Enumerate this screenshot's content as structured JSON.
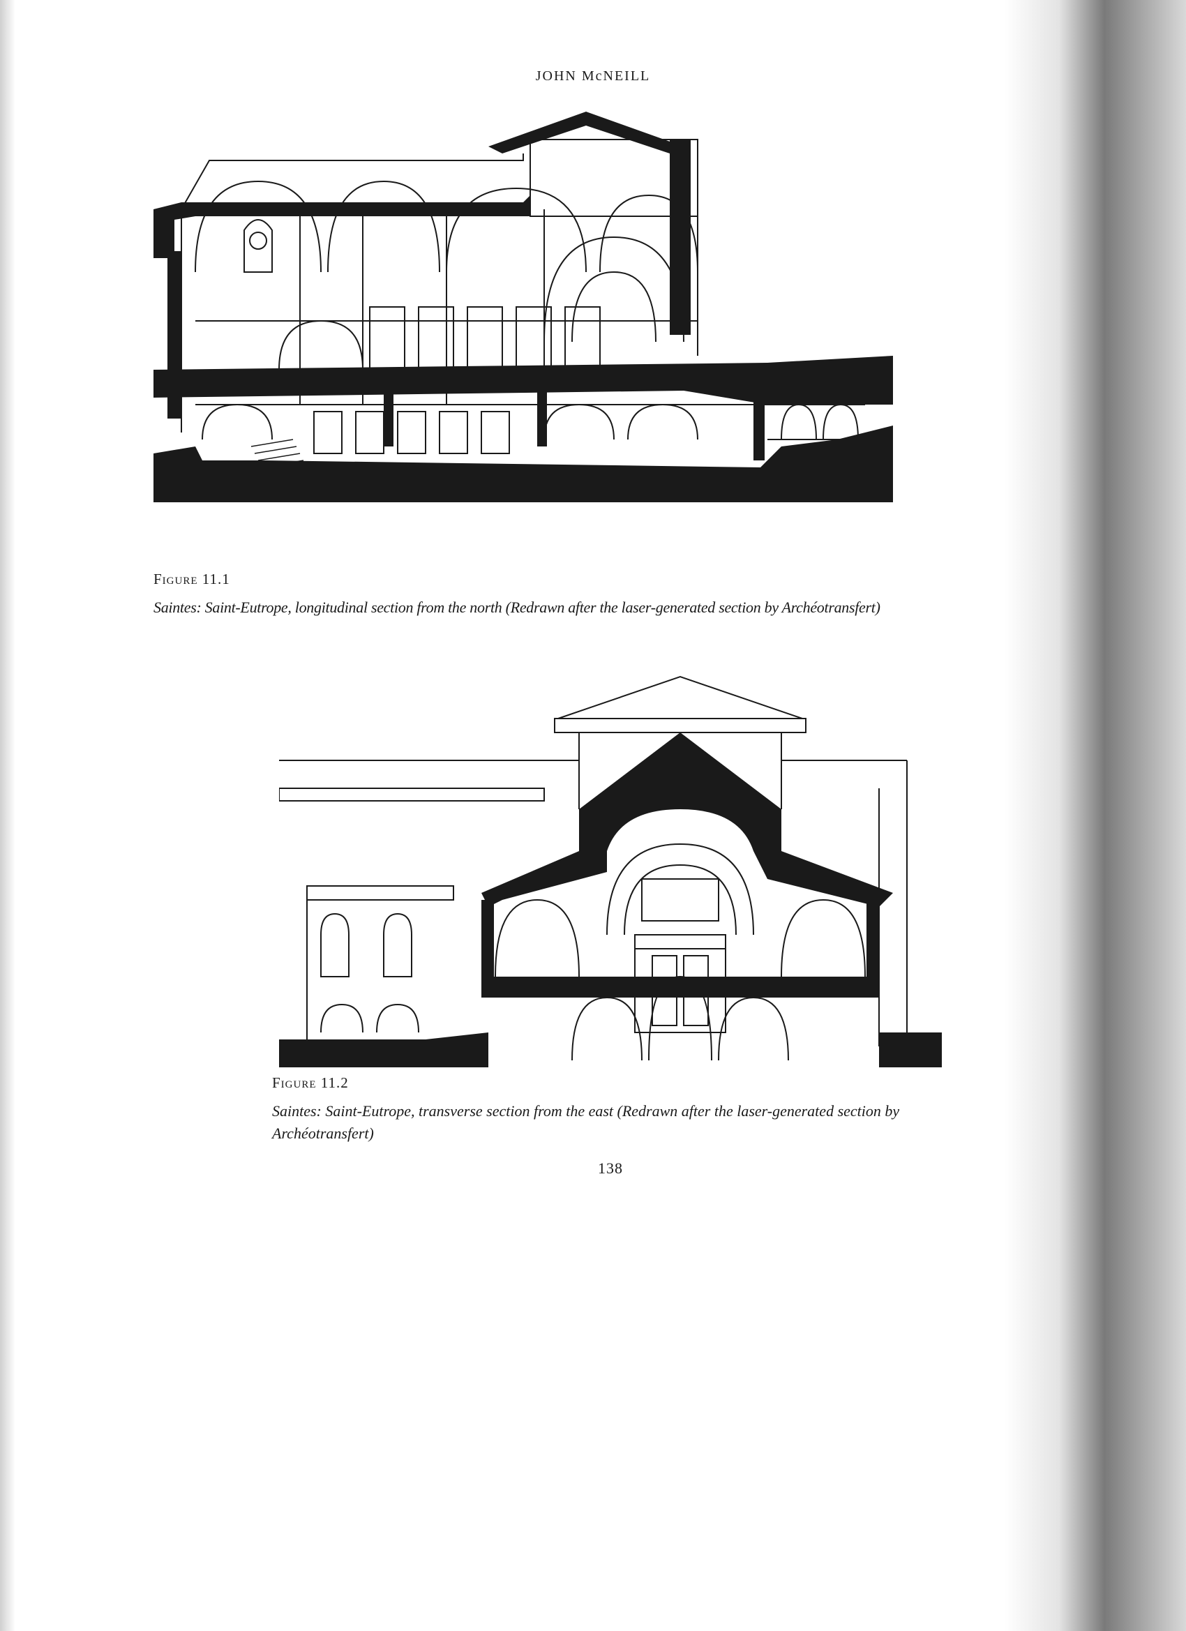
{
  "running_head": "JOHN McNEILL",
  "figures": [
    {
      "label": "Figure 11.1",
      "caption": "Saintes: Saint-Eutrope, longitudinal section from the north (Redrawn after the laser-generated section by Archéotransfert)"
    },
    {
      "label": "Figure 11.2",
      "caption_line1": "Saintes: Saint-Eutrope, transverse section from the east (Redrawn after the laser-generated section by",
      "caption_line2": "Archéotransfert)"
    }
  ],
  "page_number": "138",
  "colors": {
    "ink": "#1a1a1a",
    "paper": "#ffffff"
  }
}
